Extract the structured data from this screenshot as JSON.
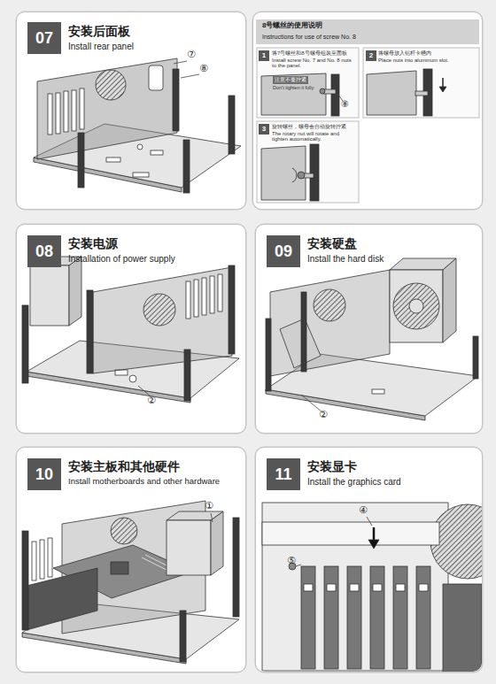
{
  "diagram": {
    "nodes": [
      {
        "text": [
          "安装后面板",
          "Install rear panel"
        ]
      },
      {
        "text": [
          "07"
        ],
        "in": 0
      },
      {
        "text": [
          "8号螺丝的使用说明",
          "Instructions for use of screw No. 8"
        ]
      },
      {
        "text": [
          "1"
        ],
        "in": 2
      },
      {
        "text": [
          "2"
        ],
        "in": 2
      },
      {
        "text": [
          "3"
        ],
        "in": 2
      },
      {
        "text": [
          "安装电源",
          "Installation of power supply"
        ]
      },
      {
        "text": [
          "08"
        ],
        "in": 6
      },
      {
        "text": [
          "安装硬盘",
          "Install the hard disk"
        ]
      },
      {
        "text": [
          "09"
        ],
        "in": 8
      },
      {
        "text": [
          "安装主板和其他硬件",
          "Install motherboards and other hardware"
        ]
      },
      {
        "text": [
          "10"
        ],
        "in": 10
      },
      {
        "text": [
          "安装显卡",
          "Install the graphics card"
        ]
      },
      {
        "text": [
          "11"
        ],
        "in": 12
      }
    ],
    "labels": [
      "⑦",
      "⑧",
      "将7号螺丝和8号螺母组装至面板",
      "Install screw No. 7 and No. 8 nuts to the panel.",
      "注意不要拧紧",
      "Don't tighten it fully",
      "⑧",
      "将螺母放入铝杆卡槽内",
      "Place nuts into aluminum slot.",
      "旋转螺丝，螺母会自动旋转拧紧",
      "The rotary nut will rotate and tighten automatically.",
      "②",
      "②",
      "①",
      "④",
      "⑤"
    ]
  }
}
